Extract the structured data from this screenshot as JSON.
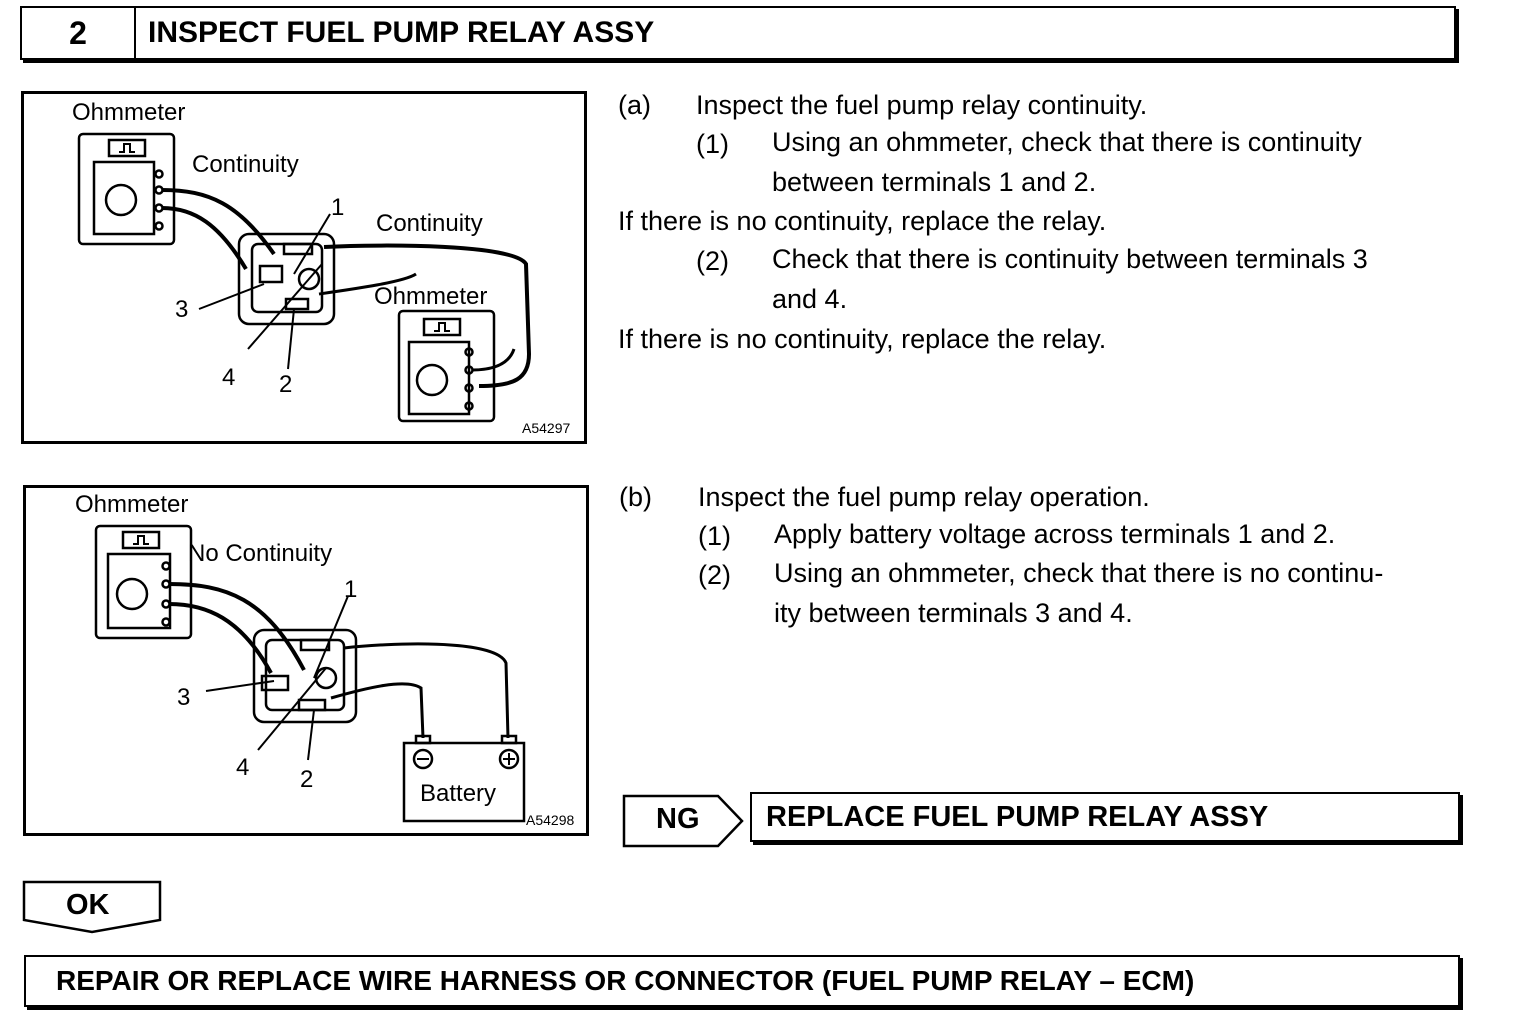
{
  "header": {
    "step_number": "2",
    "title": "INSPECT FUEL PUMP RELAY ASSY"
  },
  "figure_a": {
    "labels": {
      "ohmmeter_1": "Ohmmeter",
      "continuity_1": "Continuity",
      "continuity_2": "Continuity",
      "ohmmeter_2": "Ohmmeter",
      "terminal_1": "1",
      "terminal_2": "2",
      "terminal_3": "3",
      "terminal_4": "4"
    },
    "code": "A54297"
  },
  "figure_b": {
    "labels": {
      "ohmmeter": "Ohmmeter",
      "no_continuity": "No Continuity",
      "battery": "Battery",
      "terminal_1": "1",
      "terminal_2": "2",
      "terminal_3": "3",
      "terminal_4": "4"
    },
    "code": "A54298"
  },
  "section_a": {
    "marker": "(a)",
    "heading": "Inspect the fuel pump relay continuity.",
    "step1_marker": "(1)",
    "step1_line1": "Using an ohmmeter, check that there is continuity",
    "step1_line2": "between terminals 1 and 2.",
    "note1": "If there is no continuity, replace the relay.",
    "step2_marker": "(2)",
    "step2_line1": "Check that there is continuity between terminals 3",
    "step2_line2": "and 4.",
    "note2": "If there is no continuity, replace the relay."
  },
  "section_b": {
    "marker": "(b)",
    "heading": "Inspect the fuel pump relay operation.",
    "step1_marker": "(1)",
    "step1_line1": "Apply battery voltage across terminals 1 and 2.",
    "step2_marker": "(2)",
    "step2_line1": "Using an ohmmeter, check that there is no continu-",
    "step2_line2": "ity between terminals 3 and 4."
  },
  "ng": {
    "label": "NG",
    "action": "REPLACE FUEL PUMP RELAY ASSY"
  },
  "ok": {
    "label": "OK",
    "action": "REPAIR OR REPLACE WIRE HARNESS OR CONNECTOR (FUEL PUMP RELAY – ECM)"
  }
}
